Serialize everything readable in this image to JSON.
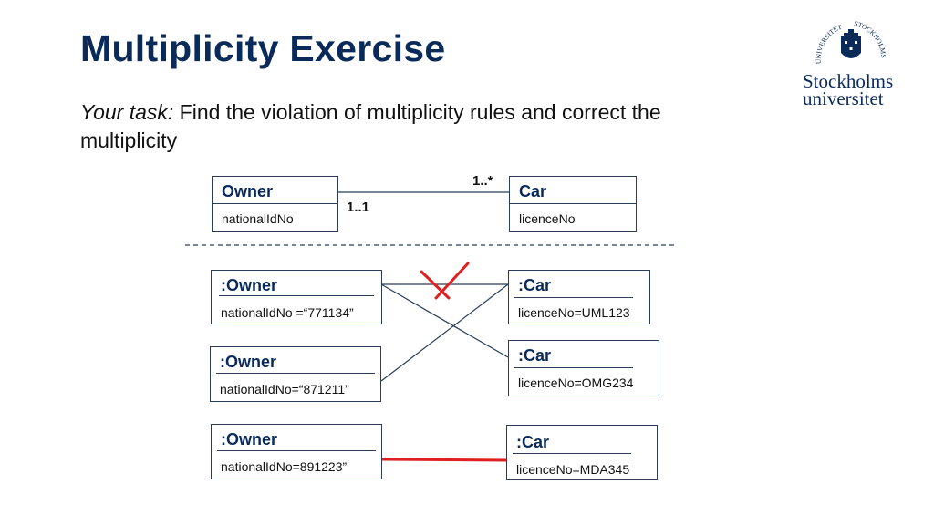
{
  "title": "Multiplicity Exercise",
  "task": {
    "prefix": "Your task:",
    "text": " Find the violation of multiplicity rules and correct the multiplicity"
  },
  "logo": {
    "line1": "Stockholms",
    "line2": "universitet",
    "seal_text_left": "UNIVERSITET",
    "seal_text_right": "STOCKHOLMS"
  },
  "class_diagram": {
    "owner": {
      "name": "Owner",
      "attribute": "nationalIdNo"
    },
    "car": {
      "name": "Car",
      "attribute": "licenceNo"
    },
    "multiplicity_car_end": "1..*",
    "multiplicity_owner_end": "1..1"
  },
  "objects": {
    "owners": [
      {
        "name": ":Owner",
        "attribute": "nationalIdNo =“771134”"
      },
      {
        "name": ":Owner",
        "attribute": "nationalIdNo=“871211”"
      },
      {
        "name": ":Owner",
        "attribute": "nationalIdNo=891223”"
      }
    ],
    "cars": [
      {
        "name": ":Car",
        "attribute": "licenceNo=UML123"
      },
      {
        "name": ":Car",
        "attribute": "licenceNo=OMG234"
      },
      {
        "name": ":Car",
        "attribute": "licenceNo=MDA345"
      }
    ]
  },
  "colors": {
    "title": "#0a2a5a",
    "annotation_red": "#e02020",
    "border": "#2a3e5a"
  }
}
